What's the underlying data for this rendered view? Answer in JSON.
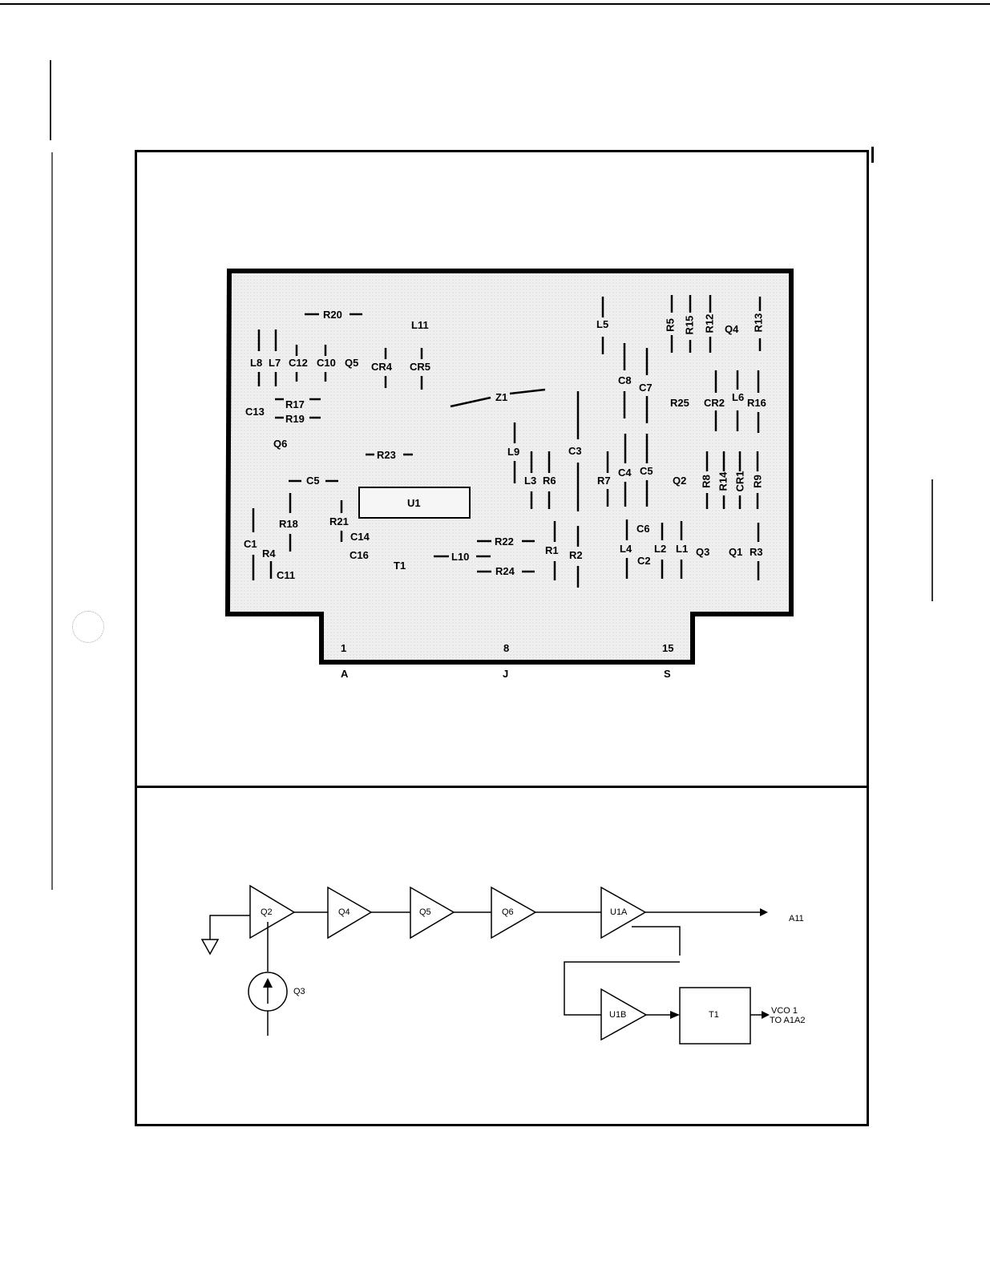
{
  "board": {
    "components": {
      "R20": "R20",
      "L11": "L11",
      "L5": "L5",
      "R5": "R5",
      "R15": "R15",
      "R12": "R12",
      "Q4": "Q4",
      "R13": "R13",
      "L8": "L8",
      "L7": "L7",
      "C12": "C12",
      "C10": "C10",
      "Q5": "Q5",
      "CR4": "CR4",
      "CR5": "CR5",
      "C8": "C8",
      "C7": "C7",
      "Z1": "Z1",
      "R25": "R25",
      "CR2": "CR2",
      "L6": "L6",
      "R16": "R16",
      "C13": "C13",
      "R17": "R17",
      "R19": "R19",
      "Q6": "Q6",
      "R23": "R23",
      "L9": "L9",
      "C3": "C3",
      "L3": "L3",
      "R6": "R6",
      "R7": "R7",
      "C4": "C4",
      "C5a": "C5",
      "C5b": "C5",
      "Q2": "Q2",
      "R8": "R8",
      "R14": "R14",
      "CR1": "CR1",
      "R9": "R9",
      "U1": "U1",
      "R18": "R18",
      "R21": "R21",
      "C14": "C14",
      "C1": "C1",
      "R4": "R4",
      "C16": "C16",
      "C11": "C11",
      "T1": "T1",
      "R22": "R22",
      "L10": "L10",
      "R24": "R24",
      "R1": "R1",
      "R2": "R2",
      "C6": "C6",
      "L4": "L4",
      "L2": "L2",
      "L1": "L1",
      "Q3": "Q3",
      "Q1": "Q1",
      "R3": "R3",
      "C2": "C2"
    },
    "connector": {
      "pins": [
        "1",
        "8",
        "15"
      ],
      "letters": [
        "A",
        "J",
        "S"
      ]
    }
  },
  "block_diagram": {
    "amplifiers": [
      "Q2",
      "Q4",
      "Q5",
      "Q6",
      "U1A",
      "U1B"
    ],
    "current_source": "Q3",
    "transformer": "T1",
    "output_a11": "A11",
    "output_vco_line1": "VCO 1",
    "output_vco_line2": "TO A1A2"
  }
}
